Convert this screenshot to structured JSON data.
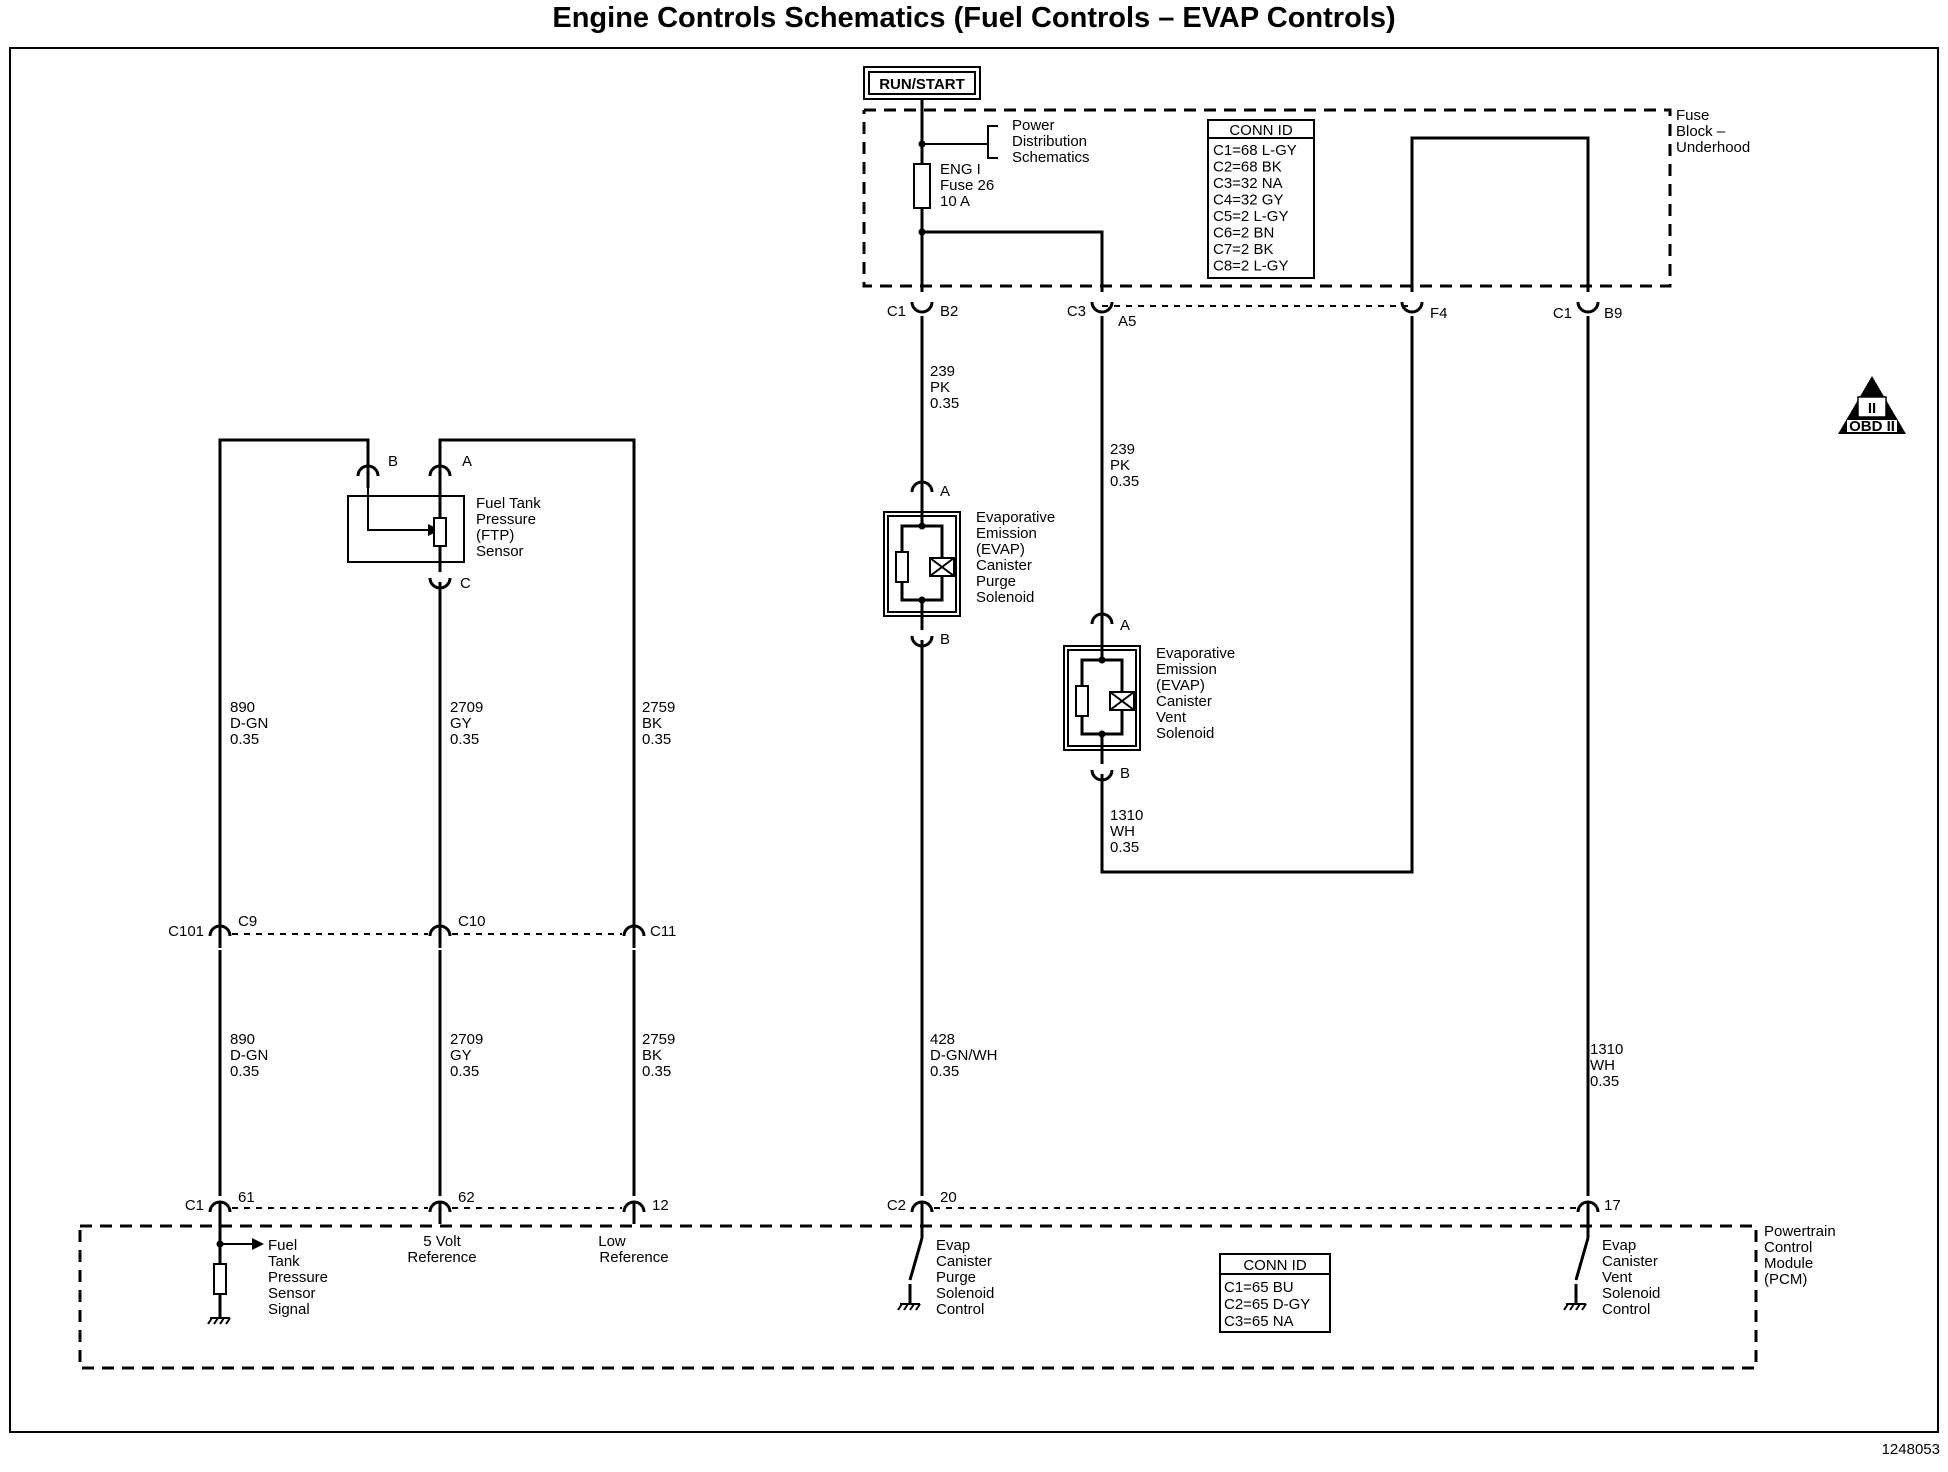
{
  "title": "Engine Controls Schematics (Fuel Controls – EVAP Controls)",
  "diagram_id": "1248053",
  "obd_badge": {
    "roman": "II",
    "text": "OBD II"
  },
  "power_source": "RUN/START",
  "fuse_block": {
    "label": [
      "Fuse",
      "Block –",
      "Underhood"
    ],
    "fuse": [
      "ENG I",
      "Fuse 26",
      "10 A"
    ],
    "power_ref": [
      "Power",
      "Distribution",
      "Schematics"
    ],
    "conn_id": {
      "header": "CONN ID",
      "rows": [
        "C1=68 L-GY",
        "C2=68 BK",
        "C3=32 NA",
        "C4=32 GY",
        "C5=2 L-GY",
        "C6=2 BN",
        "C7=2 BK",
        "C8=2 L-GY"
      ]
    },
    "connectors": [
      {
        "conn": "C1",
        "pin": "B2"
      },
      {
        "conn": "C3",
        "pin": "A5"
      },
      {
        "conn": "",
        "pin": "F4"
      },
      {
        "conn": "C1",
        "pin": "B9"
      }
    ]
  },
  "wire_labels": {
    "purge_upper": [
      "239",
      "PK",
      "0.35"
    ],
    "vent_upper": [
      "239",
      "PK",
      "0.35"
    ],
    "vent_return": [
      "1310",
      "WH",
      "0.35"
    ],
    "purge_lower": [
      "428",
      "D-GN/WH",
      "0.35"
    ],
    "vent_lower": [
      "1310",
      "WH",
      "0.35"
    ],
    "ftp_signal_upper": [
      "890",
      "D-GN",
      "0.35"
    ],
    "ftp_ref_upper": [
      "2709",
      "GY",
      "0.35"
    ],
    "ftp_low_upper": [
      "2759",
      "BK",
      "0.35"
    ],
    "ftp_signal_lower": [
      "890",
      "D-GN",
      "0.35"
    ],
    "ftp_ref_lower": [
      "2709",
      "GY",
      "0.35"
    ],
    "ftp_low_lower": [
      "2759",
      "BK",
      "0.35"
    ]
  },
  "components": {
    "ftp_sensor": {
      "label": [
        "Fuel Tank",
        "Pressure",
        "(FTP)",
        "Sensor"
      ],
      "pins": [
        "B",
        "A",
        "C"
      ]
    },
    "purge_solenoid": {
      "label": [
        "Evaporative",
        "Emission",
        "(EVAP)",
        "Canister",
        "Purge",
        "Solenoid"
      ],
      "pins": [
        "A",
        "B"
      ]
    },
    "vent_solenoid": {
      "label": [
        "Evaporative",
        "Emission",
        "(EVAP)",
        "Canister",
        "Vent",
        "Solenoid"
      ],
      "pins": [
        "A",
        "B"
      ]
    }
  },
  "inline_connector": {
    "name": "C101",
    "pins": [
      "C9",
      "C10",
      "C11"
    ]
  },
  "pcm": {
    "label": [
      "Powertrain",
      "Control",
      "Module",
      "(PCM)"
    ],
    "conn_id": {
      "header": "CONN ID",
      "rows": [
        "C1=65 BU",
        "C2=65 D-GY",
        "C3=65 NA"
      ]
    },
    "connectors": [
      {
        "conn": "C1",
        "pin": "61"
      },
      {
        "conn": "",
        "pin": "62"
      },
      {
        "conn": "",
        "pin": "12"
      },
      {
        "conn": "C2",
        "pin": "20"
      },
      {
        "conn": "",
        "pin": "17"
      }
    ],
    "circuits": {
      "ftp_signal": [
        "Fuel",
        "Tank",
        "Pressure",
        "Sensor",
        "Signal"
      ],
      "ref_5v": [
        "5 Volt",
        "Reference"
      ],
      "low_ref": [
        "Low",
        "Reference"
      ],
      "purge_control": [
        "Evap",
        "Canister",
        "Purge",
        "Solenoid",
        "Control"
      ],
      "vent_control": [
        "Evap",
        "Canister",
        "Vent",
        "Solenoid",
        "Control"
      ]
    }
  }
}
